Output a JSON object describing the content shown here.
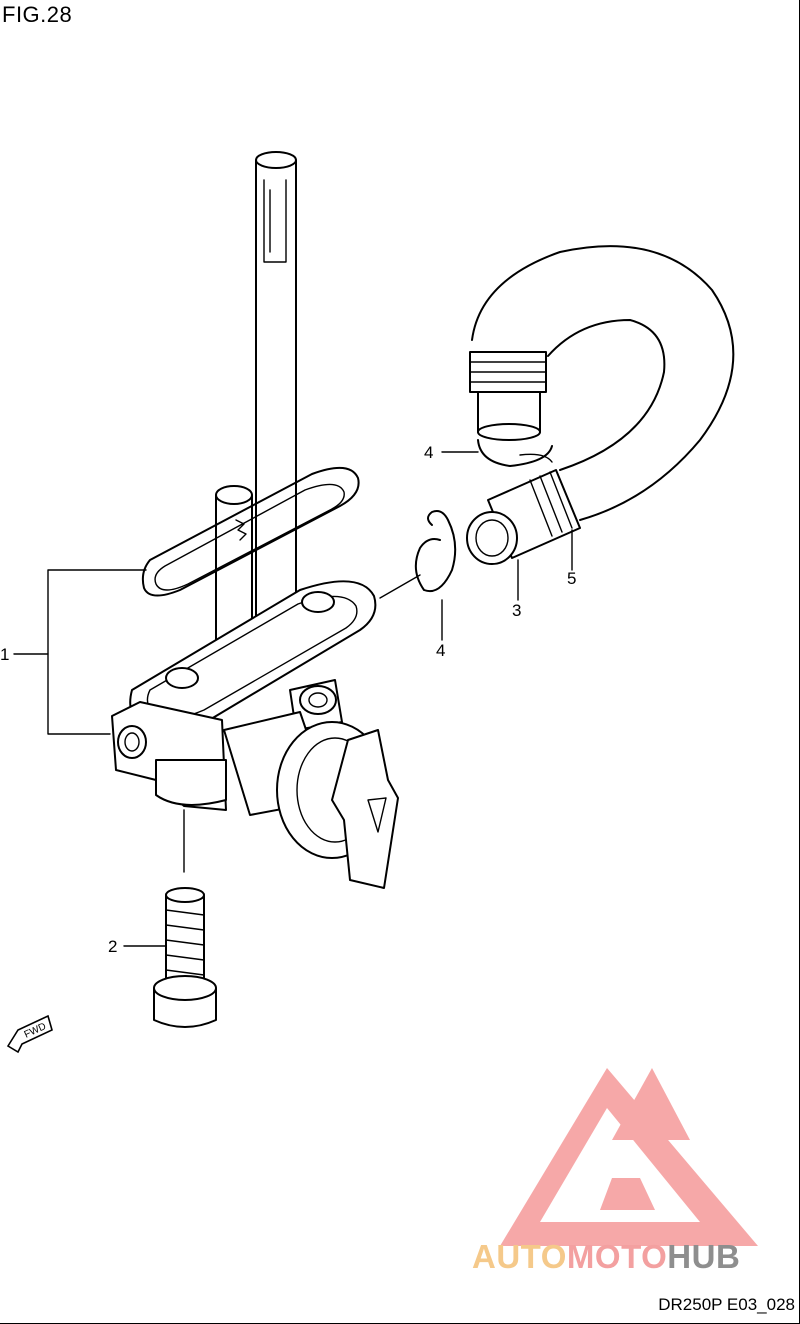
{
  "figure": {
    "title": "FIG.28",
    "drawing_id": "DR250P E03_028"
  },
  "callouts": [
    {
      "id": "1",
      "label": "1"
    },
    {
      "id": "2",
      "label": "2"
    },
    {
      "id": "3",
      "label": "3"
    },
    {
      "id": "4a",
      "label": "4"
    },
    {
      "id": "4b",
      "label": "4"
    },
    {
      "id": "5",
      "label": "5"
    }
  ],
  "direction_marker": {
    "text": "FWD"
  },
  "watermark": {
    "part1": "AUTO",
    "part2": "MOTO",
    "part3": "HUB",
    "logo_color": "#f59a9a"
  }
}
